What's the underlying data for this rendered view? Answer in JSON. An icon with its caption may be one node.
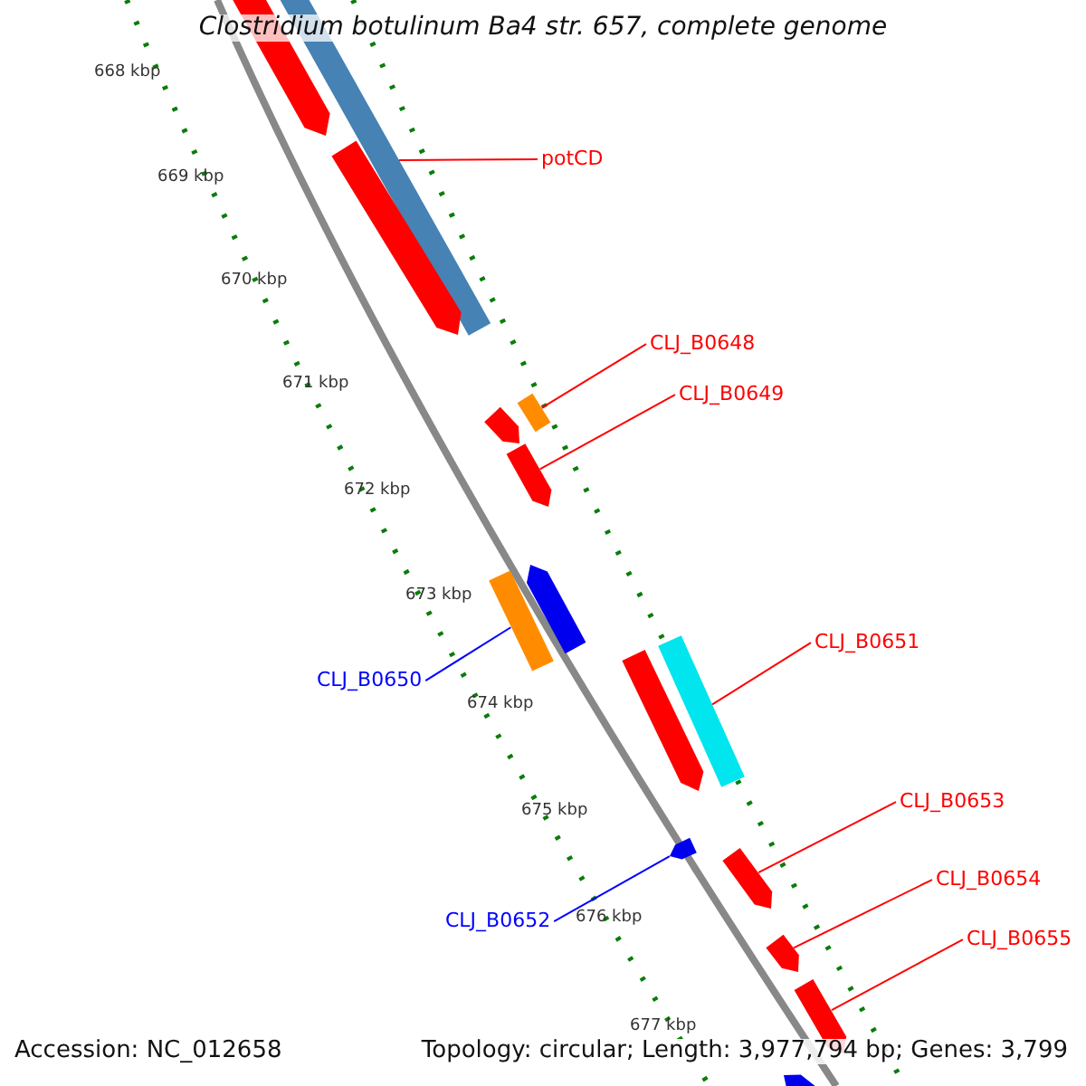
{
  "diagram": {
    "title": "Clostridium botulinum Ba4 str. 657, complete genome",
    "nodes": [
      {
        "text": [
          "potCD"
        ]
      },
      {
        "text": [],
        "shape": "bar"
      },
      {
        "text": [
          "CLJ_B0648"
        ]
      },
      {
        "text": [],
        "shape": "bar"
      },
      {
        "text": [
          "CLJ_B0649"
        ]
      },
      {
        "text": [],
        "shape": "bar"
      },
      {
        "text": [
          "CLJ_B0650"
        ]
      },
      {
        "text": [],
        "shape": "bar"
      },
      {
        "text": [
          "CLJ_B0651"
        ]
      },
      {
        "text": [],
        "shape": "bar"
      },
      {
        "text": [
          "CLJ_B0652"
        ]
      },
      {
        "text": [],
        "shape": "bar"
      },
      {
        "text": [
          "CLJ_B0653"
        ]
      },
      {
        "text": [],
        "shape": "bar"
      },
      {
        "text": [
          "CLJ_B0654"
        ]
      },
      {
        "text": [],
        "shape": "bar"
      },
      {
        "text": [
          "CLJ_B0655"
        ]
      },
      {
        "text": [],
        "shape": "bar"
      },
      {
        "text": [],
        "shape": "bar"
      },
      {
        "text": [],
        "shape": "bar"
      },
      {
        "text": [],
        "shape": "bar"
      },
      {
        "text": [],
        "shape": "bar"
      },
      {
        "text": [],
        "shape": "bar"
      },
      {
        "text": [],
        "shape": "bar"
      }
    ],
    "edges": [
      {
        "from": 0,
        "to": 1,
        "arrow": "none"
      },
      {
        "from": 2,
        "to": 3,
        "arrow": "none"
      },
      {
        "from": 4,
        "to": 5,
        "arrow": "none"
      },
      {
        "from": 6,
        "to": 7,
        "arrow": "none",
        "color": "#0000ff"
      },
      {
        "from": 8,
        "to": 9,
        "arrow": "none"
      },
      {
        "from": 10,
        "to": 11,
        "arrow": "none",
        "color": "#0000ff"
      },
      {
        "from": 12,
        "to": 13,
        "arrow": "none"
      },
      {
        "from": 14,
        "to": 15,
        "arrow": "none"
      },
      {
        "from": 16,
        "to": 17,
        "arrow": "none"
      }
    ],
    "labels": [
      "668 kbp",
      "669 kbp",
      "670 kbp",
      "671 kbp",
      "672 kbp",
      "673 kbp",
      "674 kbp",
      "675 kbp",
      "676 kbp",
      "677 kbp",
      "Accession: NC_012658",
      "Topology: circular; Length: 3,977,794 bp; Genes: 3,799"
    ]
  }
}
